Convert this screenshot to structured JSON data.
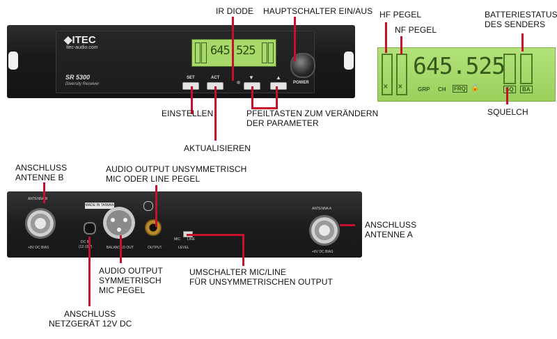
{
  "device": {
    "brand": "ITEC",
    "website": "itec-audio.com",
    "model": "SR 5300",
    "model_sub": "Diversity Receiver",
    "btn_set": "SET",
    "btn_act": "ACT",
    "power": "POWER",
    "frequency": "645.525",
    "lcd_grp": "GRP",
    "lcd_ch": "CH",
    "lcd_frq": "FRQ",
    "lcd_sq": "SQ",
    "lcd_ba": "BA"
  },
  "rear_panel": {
    "antenna_b": "ANTENNA B",
    "antenna_a": "ANTENNA A",
    "made_in": "MADE IN TAIWAN",
    "dc_bias": "+8V DC BIAS",
    "dc_in": "DC IN",
    "dc_rating": "(12-15V)",
    "balanced_out": "BALANCED OUT",
    "output": "OUTPUT",
    "level": "LEVEL",
    "mic": "MIC",
    "line": "LINE"
  },
  "labels": {
    "ir_diode": "IR DIODE",
    "hauptschalter": "HAUPTSCHALTER EIN/AUS",
    "einstellen": "EINSTELLEN",
    "pfeil_1": "PFEILTASTEN ZUM VERÄNDERN",
    "pfeil_2": "DER PARAMETER",
    "aktualisieren": "AKTUALISIEREN",
    "hf_pegel": "HF PEGEL",
    "nf_pegel": "NF PEGEL",
    "batt_1": "BATTERIESTATUS",
    "batt_2": "DES SENDERS",
    "squelch": "SQUELCH",
    "ant_b_1": "ANSCHLUSS",
    "ant_b_2": "ANTENNE B",
    "unsym_1": "AUDIO OUTPUT UNSYMMETRISCH",
    "unsym_2": "MIC ODER LINE PEGEL",
    "ant_a_1": "ANSCHLUSS",
    "ant_a_2": "ANTENNE A",
    "sym_1": "AUDIO OUTPUT",
    "sym_2": "SYMMETRISCH",
    "sym_3": "MIC PEGEL",
    "umsch_1": "UMSCHALTER MIC/LINE",
    "umsch_2": "FÜR UNSYMMETRISCHEN OUTPUT",
    "netz_1": "ANSCHLUSS",
    "netz_2": "NETZGERÄT 12V DC"
  },
  "colors": {
    "leader_line": "#c8102e",
    "lcd_green": "#a6d86a"
  }
}
